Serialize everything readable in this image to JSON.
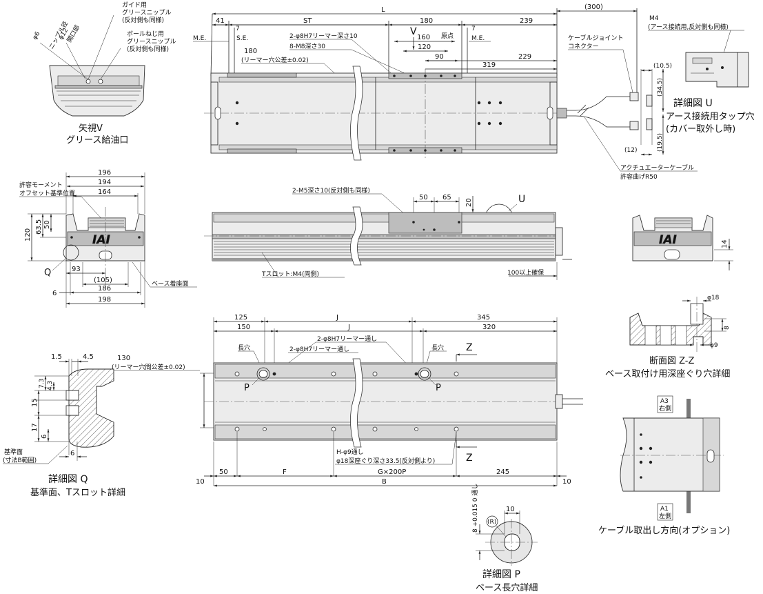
{
  "diagram": {
    "top_view": {
      "dims": {
        "L": "L",
        "ST": "ST",
        "d41": "41",
        "d7a": "7",
        "d180": "180",
        "d239": "239",
        "d300": "(300)",
        "d7b": "7",
        "d160": "160",
        "d120": "120",
        "d90": "90",
        "d229": "229",
        "d319": "319",
        "d180b": "180"
      },
      "labels": {
        "me_left": "M.E.",
        "se": "S.E.",
        "me_right": "M.E.",
        "genten": "原点",
        "reamer": "2-φ8H7リーマー深さ10",
        "m8": "8-M8深さ30",
        "reamer_tol": "(リーマー穴公差±0.02)",
        "v_arrow": "V",
        "cable_joint_1": "ケーブルジョイント",
        "cable_joint_2": "コネクター",
        "act_cable_1": "アクチュエーターケーブル",
        "act_cable_2": "許容曲げR50"
      }
    },
    "view_v": {
      "guide_1": "ガイド用",
      "guide_2": "グリースニップル",
      "guide_3": "(反対側も同様)",
      "ball_1": "ボールねじ用",
      "ball_2": "グリースニップル",
      "ball_3": "(反対側も同様)",
      "phi6": "φ6",
      "nipple": "ニップル径",
      "phi12": "φ12",
      "opening": "開口部",
      "title_1": "矢視V",
      "title_2": "グリース給油口"
    },
    "detail_u": {
      "m4_1": "M4",
      "m4_2": "(アース接続用,反対側も同様)",
      "d105": "(10.5)",
      "d345": "(34.5)",
      "d12": "(12)",
      "d195": "(19.5)",
      "title_1": "詳細図 U",
      "title_2": "アース接続用タップ穴",
      "title_3": "(カバー取外し時)"
    },
    "side_view": {
      "m5": "2-M5深さ10(反対側も同様)",
      "d50": "50",
      "d65": "65",
      "d20": "20",
      "u_label": "U",
      "tslot": "Tスロット:M4(両側)",
      "clearance": "100以上確保"
    },
    "end_view": {
      "moment_1": "許容モーメント",
      "moment_2": "オフセット基準位置",
      "d196": "196",
      "d194": "194",
      "d164": "164",
      "d635": "63.5",
      "d50": "50",
      "d120": "120",
      "d93": "93",
      "d105": "(105)",
      "d186": "186",
      "d198": "198",
      "d6": "6",
      "q_label": "Q",
      "base": "ベース着座面",
      "logo": "IAI"
    },
    "end_view_right": {
      "d14": "14",
      "logo": "IAI"
    },
    "bottom_view": {
      "d125": "125",
      "d150": "150",
      "J1": "J",
      "J2": "J",
      "d345": "345",
      "d320": "320",
      "d130_1": "130",
      "d130_2": "(リーマー穴間公差±0.02)",
      "long_hole_1": "長穴",
      "long_hole_2": "長穴",
      "reamer_1": "2-φ8H7リーマー通し",
      "reamer_2": "2-φ8H7リーマー通し",
      "p1": "P",
      "p2": "P",
      "z1": "Z",
      "z2": "Z",
      "h_1": "H-φ9通し",
      "h_2": "φ18深座ぐり深さ33.5(反対側より)",
      "d10a": "10",
      "d50": "50",
      "F": "F",
      "G": "G×200P",
      "d245": "245",
      "d10b": "10",
      "B": "B"
    },
    "detail_q": {
      "d15": "1.5",
      "d45": "4.5",
      "d73": "7.3",
      "d43": "4.3",
      "d15b": "15",
      "d17": "17",
      "d6": "6",
      "d6b": "6",
      "ref_1": "基準面",
      "ref_2": "(寸法B範囲)",
      "title_1": "詳細図 Q",
      "title_2": "基準面、Tスロット詳細"
    },
    "section_zz": {
      "phi18": "φ18",
      "d8": "8",
      "phi9": "φ9",
      "title_1": "断面図 Z-Z",
      "title_2": "ベース取付け用深座ぐり穴詳細"
    },
    "cable_dir": {
      "a3_1": "A3",
      "a3_2": "右側",
      "a1_1": "A1",
      "a1_2": "左側",
      "title": "ケーブル取出し方向(オプション)"
    },
    "detail_p": {
      "tol": "8 +0.015 0 通し",
      "d10": "10",
      "r": "(R)",
      "title_1": "詳細図 P",
      "title_2": "ベース長穴詳細"
    }
  }
}
